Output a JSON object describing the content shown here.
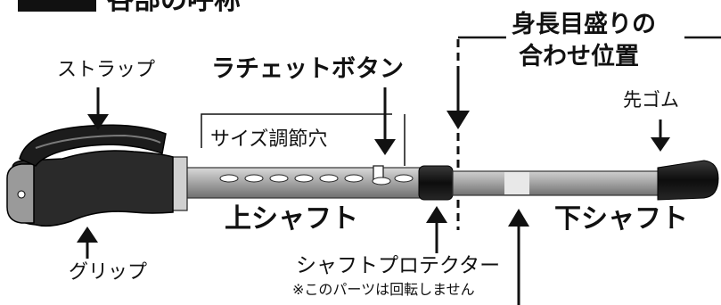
{
  "title": "各部の呼称",
  "labels": {
    "height_alignment_line1": "身長目盛りの",
    "height_alignment_line2": "合わせ位置",
    "strap": "ストラップ",
    "ratchet_button": "ラチェットボタン",
    "rubber_tip": "先ゴム",
    "size_adjust_holes": "サイズ調節穴",
    "upper_shaft": "上シャフト",
    "lower_shaft": "下シャフト",
    "grip": "グリップ",
    "shaft_protector": "シャフトプロテクター",
    "protector_note": "※このパーツは回転しません"
  },
  "colors": {
    "ink": "#111111",
    "shaft": "#a8a8a8",
    "grip": "#2a2a2a",
    "rubber": "#151515"
  }
}
